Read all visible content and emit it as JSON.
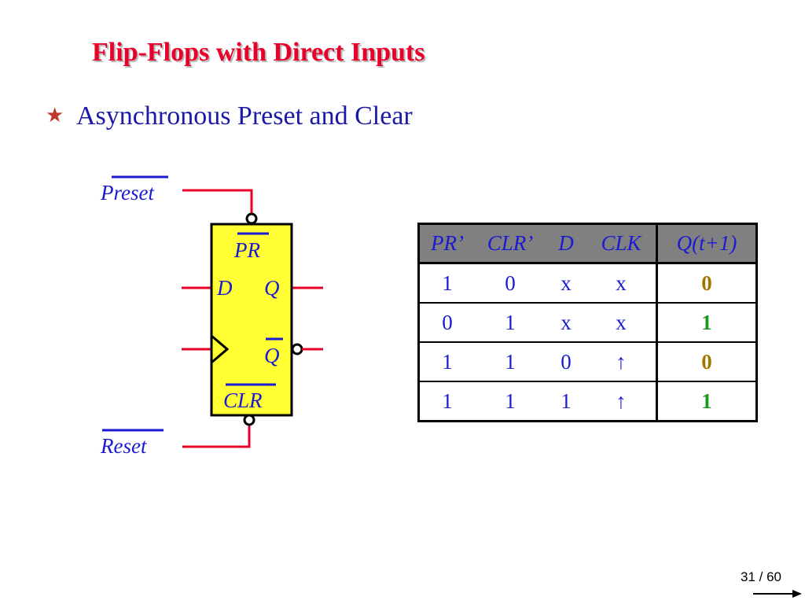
{
  "title": "Flip-Flops with Direct Inputs",
  "bullet": {
    "icon": "star-icon",
    "text": "Asynchronous Preset and Clear"
  },
  "circuit": {
    "preset_label": "Preset",
    "reset_label": "Reset",
    "pr_label": "PR",
    "clr_label": "CLR",
    "d_label": "D",
    "q_label": "Q",
    "qbar_label": "Q"
  },
  "truth_table": {
    "headers": [
      "PR’",
      "CLR’",
      "D",
      "CLK",
      "Q(t+1)"
    ],
    "rows": [
      [
        "1",
        "0",
        "x",
        "x",
        "0"
      ],
      [
        "0",
        "1",
        "x",
        "x",
        "1"
      ],
      [
        "1",
        "1",
        "0",
        "↑",
        "0"
      ],
      [
        "1",
        "1",
        "1",
        "↑",
        "1"
      ]
    ]
  },
  "colors": {
    "title": "#e8002b",
    "text_blue": "#1a1ad2",
    "wire_red": "#e8002b",
    "ff_fill": "#ffff33",
    "q_zero": "#a07800",
    "q_one": "#1a9a1a",
    "header_bg": "#808080"
  },
  "page": {
    "current": "31",
    "total": "60",
    "text": "31 / 60"
  }
}
